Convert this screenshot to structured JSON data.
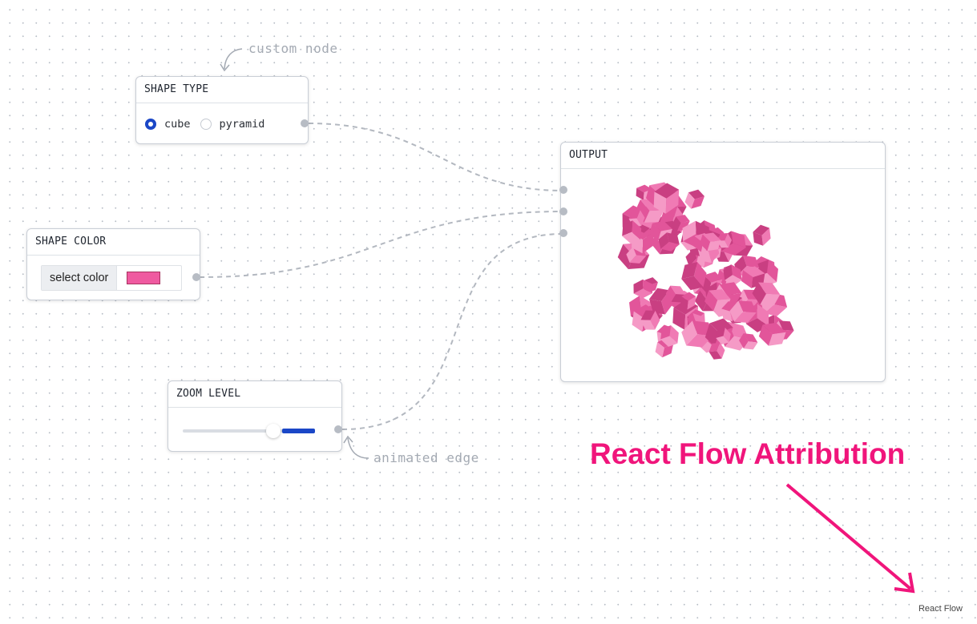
{
  "annotations": {
    "custom_node": "custom node",
    "animated_edge": "animated edge",
    "attribution_heading": "React Flow Attribution"
  },
  "nodes": {
    "shape_type": {
      "title": "SHAPE TYPE",
      "options": [
        {
          "label": "cube",
          "checked": true
        },
        {
          "label": "pyramid",
          "checked": false
        }
      ]
    },
    "shape_color": {
      "title": "SHAPE COLOR",
      "button_label": "select color",
      "color": "#ef5aa0"
    },
    "zoom_level": {
      "title": "ZOOM LEVEL",
      "value_fraction": 0.8
    },
    "output": {
      "title": "OUTPUT",
      "shape_color": "#ef5aa0"
    }
  },
  "attribution_link": "React Flow",
  "colors": {
    "accent_blue": "#1b47c7",
    "annotation_pink": "#f0157b",
    "edge_gray": "#b3b8c0"
  }
}
